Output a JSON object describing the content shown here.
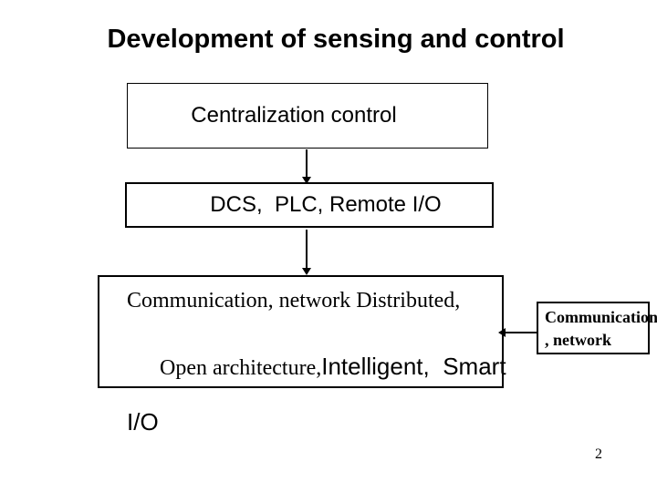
{
  "slide": {
    "title": "Development of sensing and control",
    "page_number": "2",
    "background_color": "#ffffff",
    "text_color": "#000000",
    "border_color": "#000000"
  },
  "flowchart": {
    "box_centralization": {
      "label": "Centralization control"
    },
    "box_dcs": {
      "label": "DCS,  PLC, Remote I/O"
    },
    "box_distributed": {
      "line1": "Communication, network Distributed,",
      "line2_serif": "Open architecture,",
      "line2_sans": "Intelligent,  Smart",
      "line3": "I/O"
    },
    "box_side": {
      "line1": "Communication",
      "line2": ", network"
    }
  }
}
